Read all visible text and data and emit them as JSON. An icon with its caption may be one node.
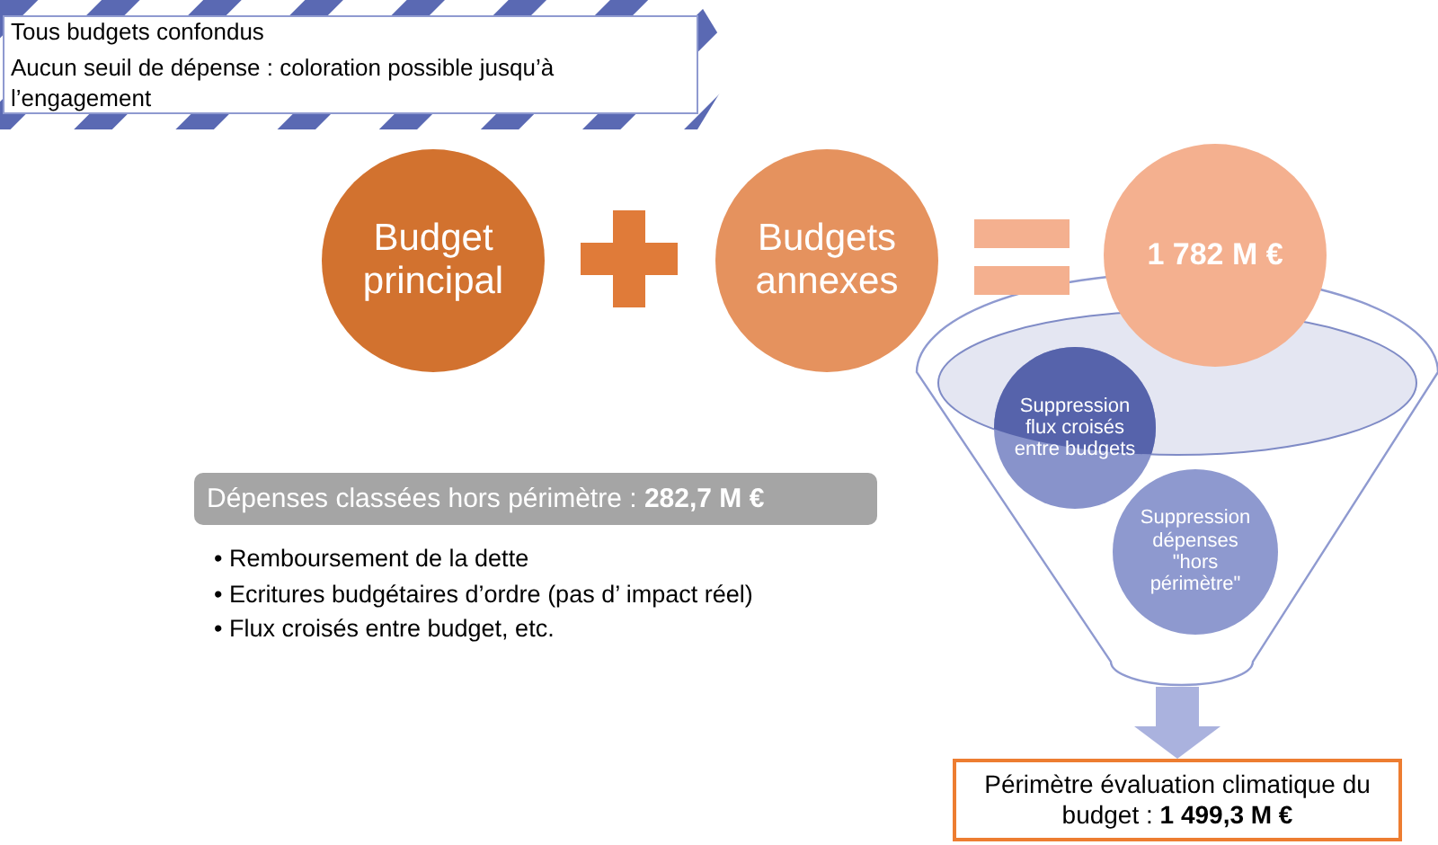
{
  "diagram": {
    "nodes": [
      {
        "text": [
          "Tous budgets confondus",
          "Aucun seuil de dépense : coloration possible jusqu’à l’engagement"
        ]
      },
      {
        "text": [
          "Budget principal"
        ]
      },
      {
        "text": [
          "Budgets annexes"
        ]
      },
      {
        "text": [
          "1 782 M €"
        ]
      },
      {
        "text": [],
        "shape": "funnel"
      },
      {
        "text": [
          "Suppression flux croisés entre budgets"
        ],
        "in": 4
      },
      {
        "text": [
          "Suppression dépenses \"hors périmètre\""
        ],
        "in": 4
      },
      {
        "text": [
          "Dépenses classées hors périmètre : **282,7 M €**"
        ]
      },
      {
        "text": [
          "Périmètre évaluation climatique du budget : **1 499,3 M €**"
        ]
      }
    ],
    "edges": [
      {
        "from": 4,
        "to": 8,
        "arrow": "to"
      }
    ],
    "labels": [
      "• Remboursement de la dette",
      "• Ecritures budgétaires d’ordre (pas d’ impact réel)",
      "• Flux croisés entre budget, etc."
    ]
  }
}
